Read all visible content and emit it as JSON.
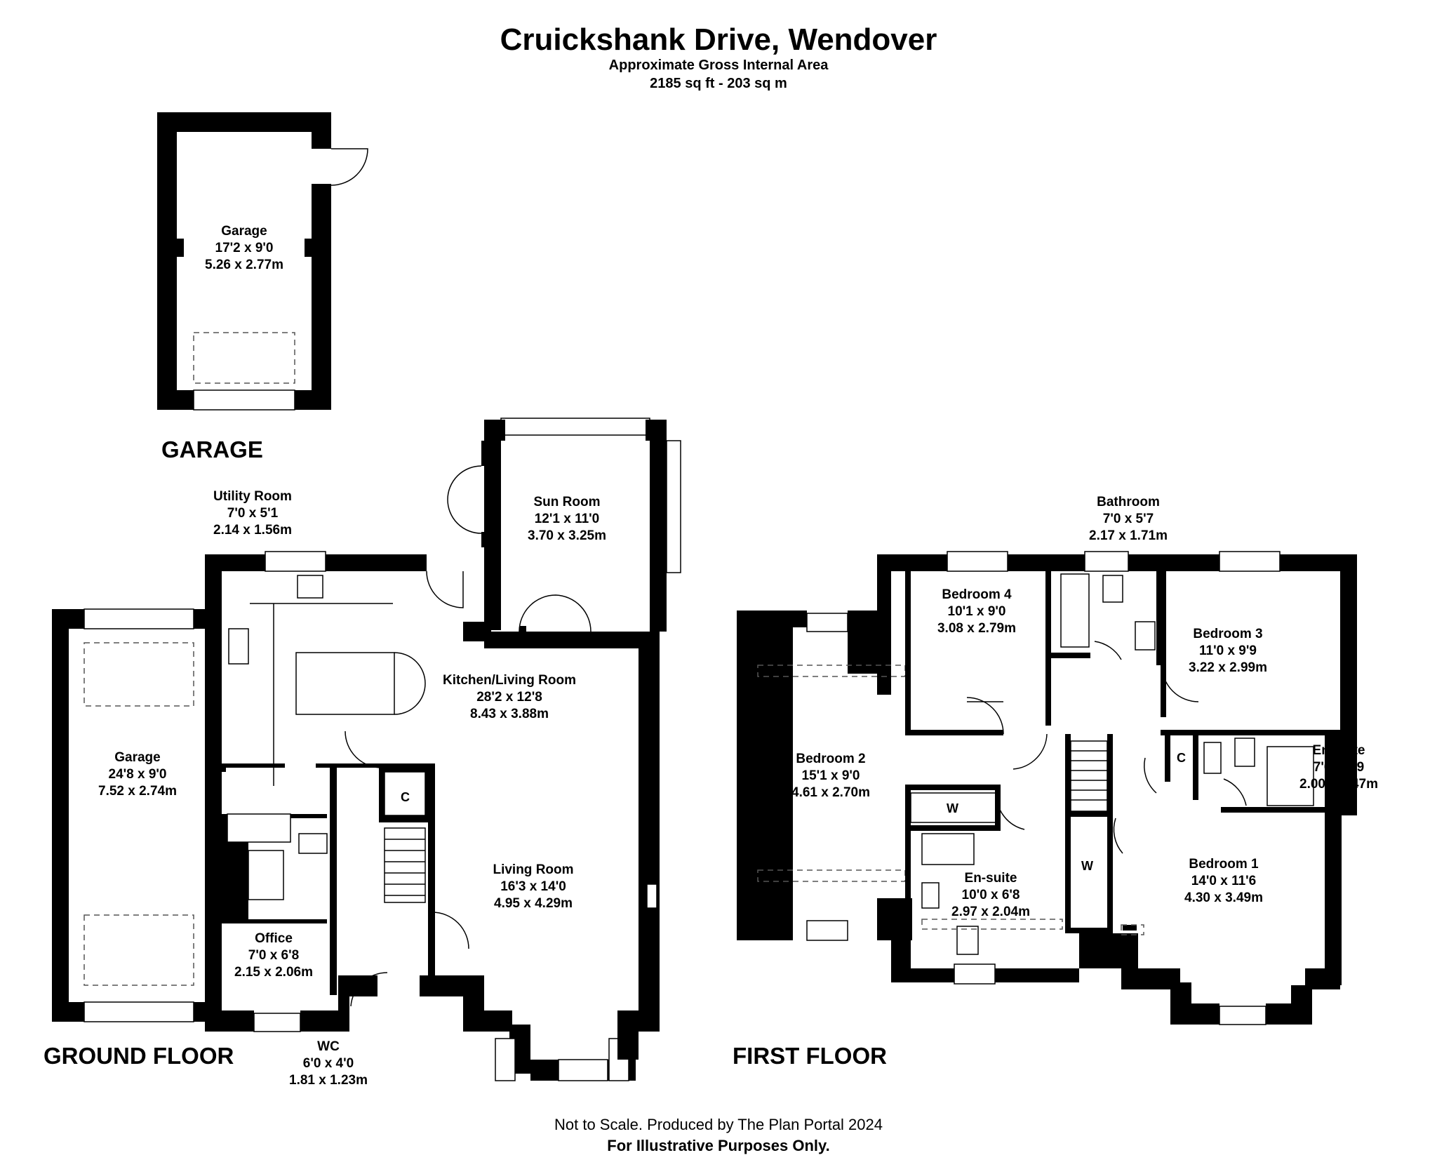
{
  "header": {
    "title": "Cruickshank Drive, Wendover",
    "subtitle": "Approximate Gross Internal Area",
    "area": "2185 sq ft - 203 sq m"
  },
  "sections": {
    "garage": "GARAGE",
    "ground": "GROUND FLOOR",
    "first": "FIRST FLOOR"
  },
  "rooms": {
    "detached_garage": {
      "name": "Garage",
      "imperial": "17'2 x 9'0",
      "metric": "5.26 x 2.77m"
    },
    "garage": {
      "name": "Garage",
      "imperial": "24'8 x 9'0",
      "metric": "7.52 x 2.74m"
    },
    "utility": {
      "name": "Utility Room",
      "imperial": "7'0 x 5'1",
      "metric": "2.14 x 1.56m"
    },
    "sun": {
      "name": "Sun Room",
      "imperial": "12'1 x 11'0",
      "metric": "3.70 x 3.25m"
    },
    "kitchen": {
      "name": "Kitchen/Living Room",
      "imperial": "28'2 x 12'8",
      "metric": "8.43 x 3.88m"
    },
    "living": {
      "name": "Living Room",
      "imperial": "16'3 x 14'0",
      "metric": "4.95 x 4.29m"
    },
    "office": {
      "name": "Office",
      "imperial": "7'0 x 6'8",
      "metric": "2.15 x 2.06m"
    },
    "wc": {
      "name": "WC",
      "imperial": "6'0 x 4'0",
      "metric": "1.81 x 1.23m"
    },
    "bathroom": {
      "name": "Bathroom",
      "imperial": "7'0 x 5'7",
      "metric": "2.17 x 1.71m"
    },
    "bedroom4": {
      "name": "Bedroom 4",
      "imperial": "10'1 x 9'0",
      "metric": "3.08 x 2.79m"
    },
    "bedroom3": {
      "name": "Bedroom 3",
      "imperial": "11'0 x 9'9",
      "metric": "3.22 x 2.99m"
    },
    "bedroom2": {
      "name": "Bedroom 2",
      "imperial": "15'1 x 9'0",
      "metric": "4.61 x 2.70m"
    },
    "ensuite1": {
      "name": "En-suite",
      "imperial": "7'0 x 4'9",
      "metric": "2.00 x 1.47m"
    },
    "ensuite2": {
      "name": "En-suite",
      "imperial": "10'0 x 6'8",
      "metric": "2.97 x 2.04m"
    },
    "bedroom1": {
      "name": "Bedroom 1",
      "imperial": "14'0 x 11'6",
      "metric": "4.30 x 3.49m"
    }
  },
  "markers": {
    "cupboard": "C",
    "wardrobe": "W"
  },
  "footer": {
    "note": "Not to Scale. Produced by The Plan Portal 2024",
    "disclaimer": "For Illustrative Purposes Only."
  }
}
